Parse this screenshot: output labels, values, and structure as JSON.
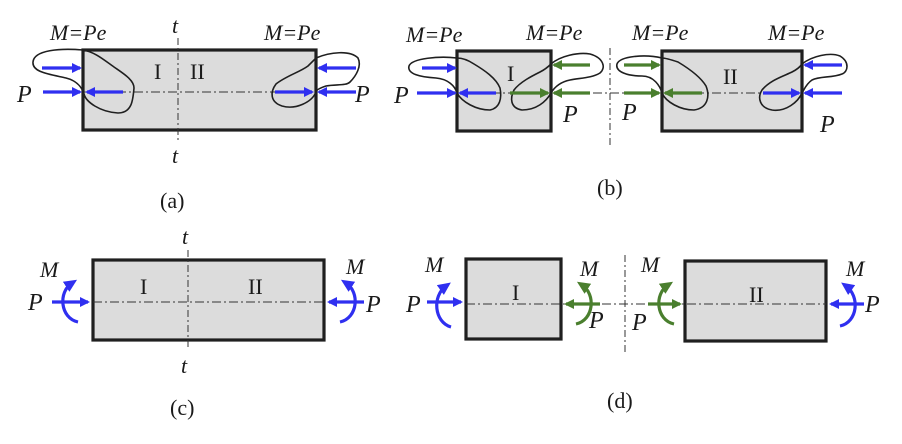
{
  "figure": {
    "colors": {
      "external_force": "#2f2ff0",
      "internal_force": "#4a7f2e",
      "beam_fill": "#dcdcdc",
      "outline": "#1f1f1f"
    },
    "panels": {
      "a": {
        "caption": "(a)",
        "moment_label_left": "M=Pe",
        "moment_label_right": "M=Pe",
        "force_label_left": "P",
        "force_label_right": "P",
        "section_label_top": "t",
        "section_label_bottom": "t",
        "part_left": "I",
        "part_right": "II"
      },
      "b": {
        "caption": "(b)",
        "moment_label_1": "M=Pe",
        "moment_label_2": "M=Pe",
        "moment_label_3": "M=Pe",
        "moment_label_4": "M=Pe",
        "force_label_1": "P",
        "force_label_2": "P",
        "force_label_3": "P",
        "force_label_4": "P",
        "part_left": "I",
        "part_right": "II"
      },
      "c": {
        "caption": "(c)",
        "moment_label_left": "M",
        "moment_label_right": "M",
        "force_label_left": "P",
        "force_label_right": "P",
        "section_label_top": "t",
        "section_label_bottom": "t",
        "part_left": "I",
        "part_right": "II"
      },
      "d": {
        "caption": "(d)",
        "moment_label_1": "M",
        "moment_label_2": "M",
        "moment_label_3": "M",
        "moment_label_4": "M",
        "force_label_1": "P",
        "force_label_2": "P",
        "force_label_3": "P",
        "force_label_4": "P",
        "part_left": "I",
        "part_right": "II"
      }
    }
  }
}
